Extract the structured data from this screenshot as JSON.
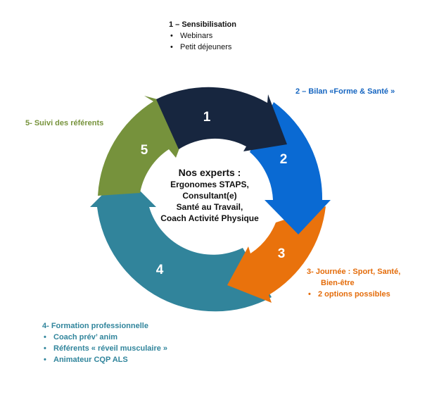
{
  "colors": {
    "navy": "#17263f",
    "blue": "#0a6ad3",
    "orange": "#e9720c",
    "teal": "#31849b",
    "green": "#76923c"
  },
  "segments": [
    {
      "number": "1",
      "color": "#17263f"
    },
    {
      "number": "2",
      "color": "#0a6ad3"
    },
    {
      "number": "3",
      "color": "#e9720c"
    },
    {
      "number": "4",
      "color": "#31849b"
    },
    {
      "number": "5",
      "color": "#76923c"
    }
  ],
  "center": {
    "title": "Nos experts :",
    "lines": [
      "Ergonomes STAPS,",
      "Consultant(e)",
      "Santé au Travail,",
      "Coach Activité Physique"
    ]
  },
  "captions": {
    "step1": {
      "title": "1 – Sensibilisation",
      "bullets": [
        "Webinars",
        "Petit déjeuners"
      ]
    },
    "step2": {
      "title": "2 – Bilan «Forme & Santé »"
    },
    "step3": {
      "title_line1": "3- Journée : Sport, Santé,",
      "title_line2": "Bien-être",
      "bullets": [
        "2 options possibles"
      ]
    },
    "step4": {
      "title": "4- Formation professionnelle",
      "bullets": [
        "Coach prév’ anim",
        "Référents « réveil musculaire »",
        "Animateur CQP ALS"
      ]
    },
    "step5": {
      "title": "5-  Suivi des référents"
    }
  },
  "bullet_glyph": "•"
}
